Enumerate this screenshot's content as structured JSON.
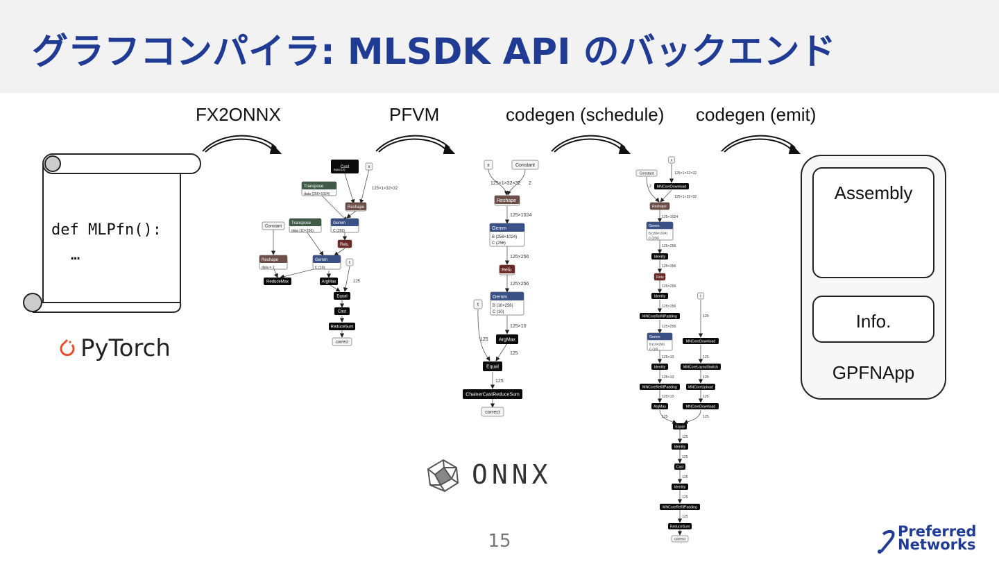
{
  "slide": {
    "title": "グラフコンパイラ: MLSDK API のバックエンド",
    "page_number": "15"
  },
  "steps": [
    "FX2ONNX",
    "PFVM",
    "codegen (schedule)",
    "codegen (emit)"
  ],
  "code": {
    "line1": "def MLPfn():",
    "line2": "…"
  },
  "brands": {
    "pytorch": "PyTorch",
    "onnx": "ONNX",
    "company_line1": "Preferred",
    "company_line2": "Networks"
  },
  "app": {
    "assembly_label": "Assembly",
    "info_label": "Info.",
    "app_label": "GPFNApp"
  },
  "graph1": {
    "nodes": [
      "Cast",
      "input (2)",
      "x",
      "Transpose",
      "data (256×1024)",
      "Reshape",
      "Gemm",
      "C (256)",
      "Transpose",
      "data (10×256)",
      "Constant",
      "Relu",
      "Reshape",
      "data = 1",
      "Gemm",
      "C (10)",
      "t",
      "ReduceMax",
      "ArgMax",
      "Equal",
      "Cast",
      "ReduceSum",
      "correct"
    ],
    "edges": [
      "125×1×32×32",
      "125"
    ]
  },
  "graph2": {
    "nodes": [
      "x",
      "Constant",
      "Reshape",
      "Gemm",
      "B (256×1024)",
      "C (256)",
      "Relu",
      "Gemm",
      "B (10×256)",
      "C (10)",
      "t",
      "ArgMax",
      "Equal",
      "ChainerCastReduceSum",
      "correct"
    ],
    "edges": [
      "125×1×32×32",
      "2",
      "125×1024",
      "125×256",
      "125×256",
      "125×10",
      "125",
      "125",
      "125"
    ]
  },
  "graph3": {
    "nodes": [
      "x",
      "Constant",
      "MNCoreDownload",
      "Reshape",
      "Gemm",
      "B (256×1024)",
      "C (256)",
      "Identity",
      "Relu",
      "Identity",
      "MNCoreRefillPadding",
      "Gemm",
      "B (10×256)",
      "C (10)",
      "Identity",
      "MNCoreRefillPadding",
      "ArgMax",
      "t",
      "MNCoreDownload",
      "MNCoreLayoutSwitch",
      "MNCoreUpload",
      "MNCoreDownload",
      "Equal",
      "Identity",
      "Cast",
      "Identity",
      "MNCoreRefillPadding",
      "ReduceSum",
      "correct"
    ],
    "edges": [
      "125×1×32×32",
      "2",
      "125×1×32×32",
      "125×1024",
      "125×256",
      "125×256",
      "125×256",
      "125×256",
      "125×256",
      "125×10",
      "125×10",
      "125×10",
      "125",
      "125",
      "125",
      "125",
      "125",
      "125",
      "125",
      "125",
      "125",
      "125",
      "125",
      "125",
      "125"
    ]
  },
  "colors": {
    "title": "#1f3b93",
    "reshape": "#6b4f48",
    "gemm": "#3b5186",
    "transpose": "#3f5b47",
    "relu": "#6a2a26",
    "black_node": "#0a0a0a",
    "pytorch_logo": "#ee4c2c"
  }
}
